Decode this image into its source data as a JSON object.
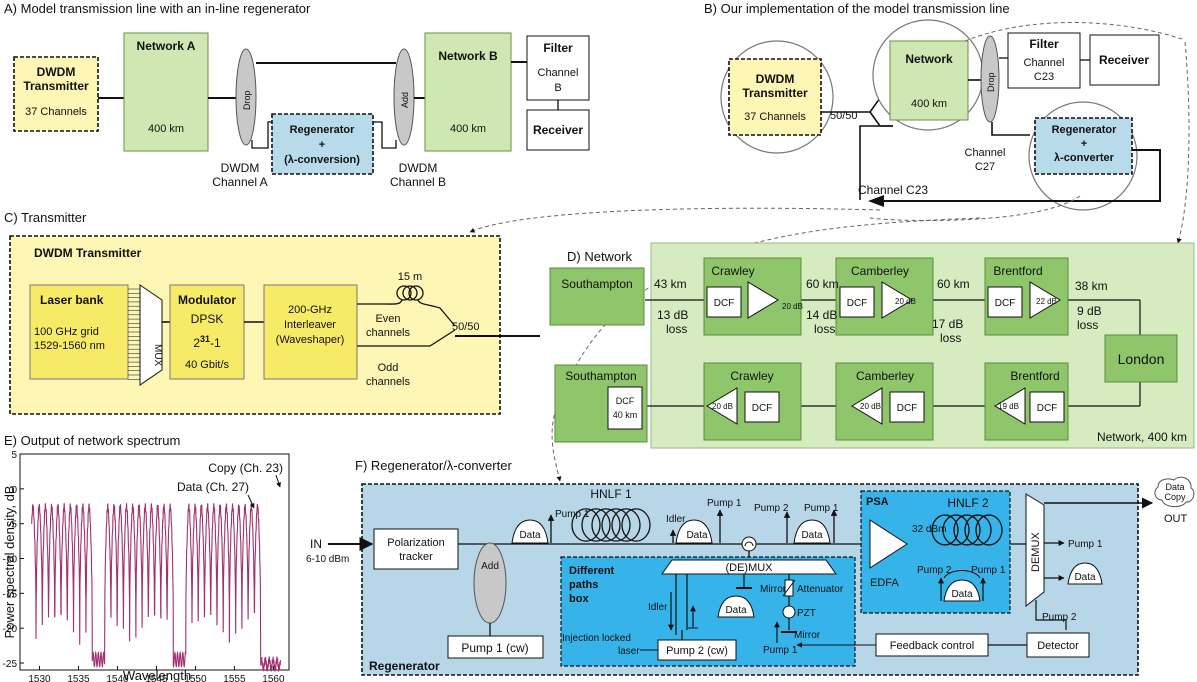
{
  "panels": {
    "a": {
      "title": "A) Model transmission line with an in-line regenerator",
      "dwdm_title": [
        "DWDM",
        "Transmitter"
      ],
      "dwdm_channels": "37 Channels",
      "network_a": "Network A",
      "network_a_km": "400 km",
      "drop": "Drop",
      "add": "Add",
      "regen": [
        "Regenerator",
        "+",
        "(λ-conversion)"
      ],
      "network_b": "Network B",
      "network_b_km": "400 km",
      "filter": "Filter",
      "filter_channel": [
        "Channel",
        "B"
      ],
      "receiver": "Receiver",
      "chan_a": [
        "DWDM",
        "Channel A"
      ],
      "chan_b": [
        "DWDM",
        "Channel B"
      ]
    },
    "b": {
      "title": "B) Our implementation of the model transmission line",
      "dwdm_title": [
        "DWDM",
        "Transmitter"
      ],
      "dwdm_channels": "37 Channels",
      "split": "50/50",
      "network": "Network",
      "network_km": "400 km",
      "drop": "Drop",
      "filter": "Filter",
      "filter_channel": [
        "Channel",
        "C23"
      ],
      "receiver": "Receiver",
      "regen": [
        "Regenerator",
        "+",
        "λ-converter"
      ],
      "chan_c27": [
        "Channel",
        "C27"
      ],
      "chan_c23": "Channel C23"
    },
    "c": {
      "title": "C) Transmitter",
      "box_title": "DWDM Transmitter",
      "laser_bank": "Laser bank",
      "laser_grid": "100 GHz grid",
      "laser_range": "1529-1560 nm",
      "mux": "MUX",
      "modulator": "Modulator",
      "mod_format": "DPSK",
      "prbs_base": "2",
      "prbs_exp": "31",
      "prbs_tail": "-1",
      "bitrate": "40 Gbit/s",
      "interleaver": [
        "200-GHz",
        "Interleaver",
        "(Waveshaper)"
      ],
      "delay": "15 m",
      "even": [
        "Even",
        "channels"
      ],
      "odd": [
        "Odd",
        "channels"
      ],
      "split": "50/50"
    },
    "d": {
      "title": "D) Network",
      "top_nodes": [
        "Southampton",
        "Crawley",
        "Camberley",
        "Brentford"
      ],
      "bottom_nodes": [
        "Southampton",
        "Crawley",
        "Camberley",
        "Brentford"
      ],
      "london": "London",
      "dcf": "DCF",
      "dcf40": [
        "DCF",
        "40 km"
      ],
      "top_gains": [
        "20 dB",
        "20 dB",
        "22 dB"
      ],
      "bottom_gains": [
        "20 dB",
        "20 dB",
        "19 dB"
      ],
      "spans": [
        {
          "km": "43 km",
          "loss": [
            "13 dB",
            "loss"
          ]
        },
        {
          "km": "60 km",
          "loss": [
            "14 dB",
            "loss"
          ]
        },
        {
          "km": "60 km",
          "loss": [
            "17 dB",
            "loss"
          ]
        },
        {
          "km": "38 km",
          "loss": [
            "9 dB",
            "loss"
          ]
        }
      ],
      "footer": "Network, 400 km"
    },
    "f": {
      "title": "F) Regenerator/λ-converter",
      "in_label": "IN",
      "in_power": "6-10 dBm",
      "pol_tracker": [
        "Polarization",
        "tracker"
      ],
      "add": "Add",
      "pump1cw": "Pump 1 (cw)",
      "hnlf1": "HNLF 1",
      "pump1": "Pump 1",
      "pump2": "Pump 2",
      "data": "Data",
      "idler": "Idler",
      "demux_mux": "(DE)MUX",
      "dpb": [
        "Different",
        "paths",
        "box"
      ],
      "mirror": "Mirror",
      "attenuator": "Attenuator",
      "pzt": "PZT",
      "injection": [
        "Injection locked",
        "laser"
      ],
      "pump2cw": "Pump 2 (cw)",
      "psa": "PSA",
      "hnlf2": "HNLF 2",
      "dbm32": "32 dBm",
      "edfa": "EDFA",
      "demux": "DEMUX",
      "feedback": "Feedback control",
      "detector": "Detector",
      "out": "OUT",
      "out_bubble": [
        "Data",
        "Copy"
      ],
      "regenerator_label": "Regenerator"
    }
  },
  "chart_data": {
    "type": "line",
    "title": "E) Output of network spectrum",
    "xlabel": "Wavelength",
    "ylabel": "Power spectral density, dB",
    "xlim": [
      1527.5,
      1562
    ],
    "ylim": [
      -26,
      5
    ],
    "xticks": [
      1530,
      1535,
      1540,
      1545,
      1550,
      1555,
      1560
    ],
    "yticks": [
      5,
      0,
      -5,
      -10,
      -15,
      -20,
      -25
    ],
    "annotations": [
      {
        "text": "Copy (Ch. 23)",
        "x": 1558.9
      },
      {
        "text": "Data (Ch. 27)",
        "x": 1555.6
      }
    ],
    "channel_center_start": 1529.16,
    "channel_spacing": 0.8,
    "channel_count": 37,
    "missing_channels_near": [
      1537.6,
      1548.0
    ],
    "peak_db": -2.5,
    "floor_db": -24.5,
    "color": "#a0306e"
  }
}
